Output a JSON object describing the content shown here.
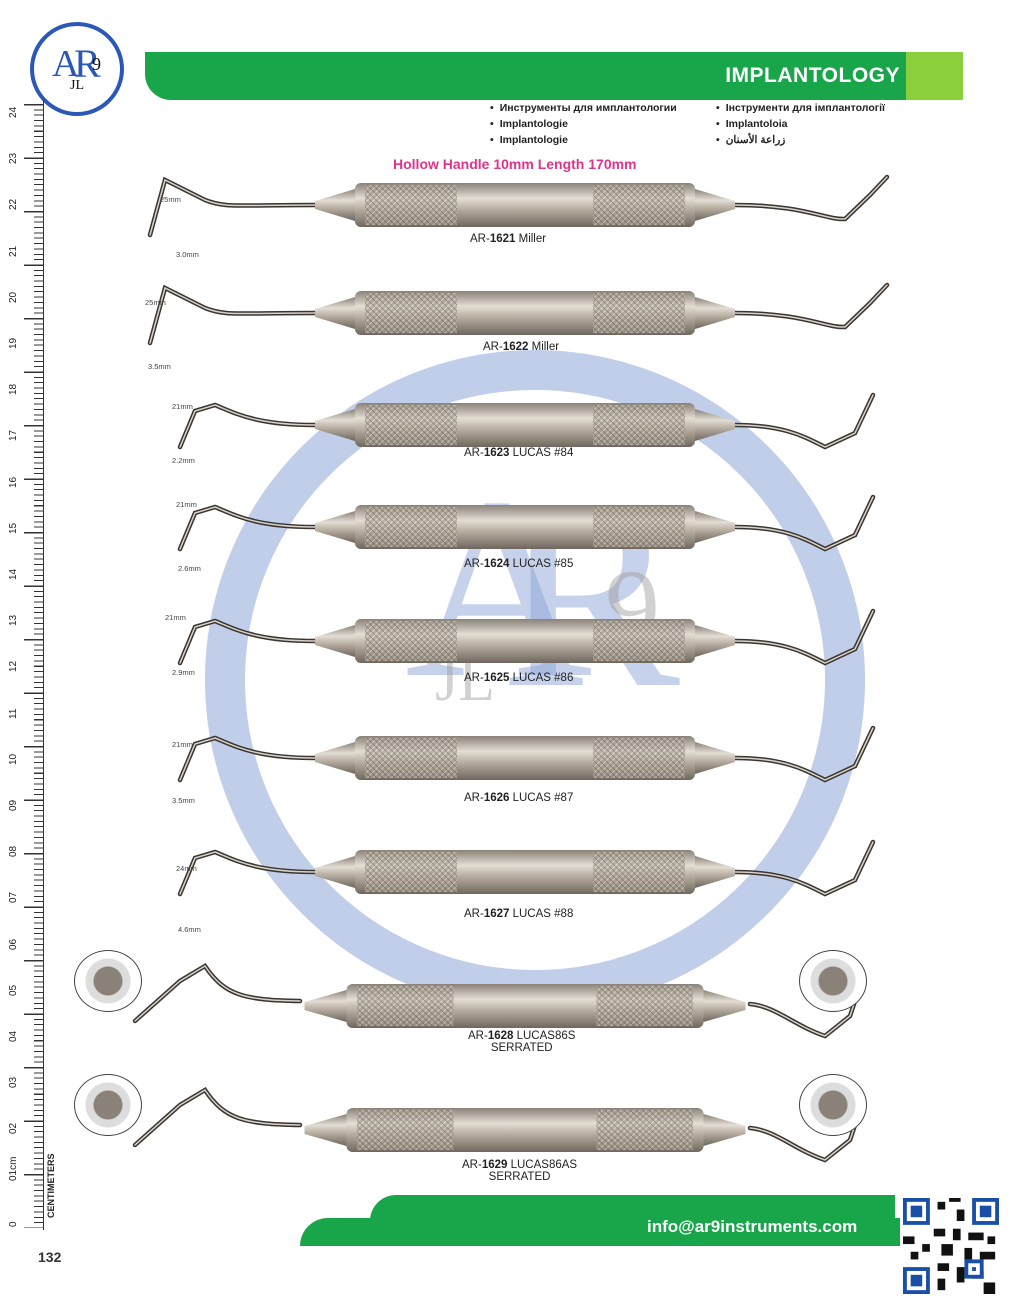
{
  "header": {
    "section_title": "IMPLANTOLOGY",
    "subtitles_left": [
      "Инструменты для имплантологии",
      "Implantologie",
      "Implantologie"
    ],
    "subtitles_right": [
      "Інструменти для імплантології",
      "Implantoloia",
      "زراعة الأسنان"
    ]
  },
  "logo": {
    "a": "A",
    "r": "R",
    "n": "9",
    "jl": "JL"
  },
  "hollow_title": "Hollow Handle 10mm Length 170mm",
  "ruler": {
    "numbers": [
      "24",
      "23",
      "22",
      "21",
      "20",
      "19",
      "18",
      "17",
      "16",
      "15",
      "14",
      "13",
      "12",
      "11",
      "10",
      "09",
      "08",
      "07",
      "06",
      "05",
      "04",
      "03",
      "02",
      "01cm",
      "0"
    ],
    "unit": "CENTIMETERS"
  },
  "instruments": [
    {
      "code_prefix": "AR-",
      "code": "1621",
      "name": "Miller",
      "dim_len": "25mm",
      "dim_tip": "3.0mm"
    },
    {
      "code_prefix": "AR-",
      "code": "1622",
      "name": "Miller",
      "dim_len": "25mm",
      "dim_tip": "3.5mm"
    },
    {
      "code_prefix": "AR-",
      "code": "1623",
      "name": "LUCAS #84",
      "dim_len": "21mm",
      "dim_tip": "2.2mm"
    },
    {
      "code_prefix": "AR-",
      "code": "1624",
      "name": "LUCAS #85",
      "dim_len": "21mm",
      "dim_tip": "2.6mm"
    },
    {
      "code_prefix": "AR-",
      "code": "1625",
      "name": "LUCAS #86",
      "dim_len": "21mm",
      "dim_tip": "2.9mm"
    },
    {
      "code_prefix": "AR-",
      "code": "1626",
      "name": "LUCAS #87",
      "dim_len": "21mm",
      "dim_tip": "3.5mm"
    },
    {
      "code_prefix": "AR-",
      "code": "1627",
      "name": "LUCAS #88",
      "dim_len": "24mm",
      "dim_tip": "4.6mm"
    },
    {
      "code_prefix": "AR-",
      "code": "1628",
      "name": "LUCAS86S",
      "sub": "SERRATED"
    },
    {
      "code_prefix": "AR-",
      "code": "1629",
      "name": "LUCAS86AS",
      "sub": "SERRATED"
    }
  ],
  "footer": {
    "email": "info@ar9instruments.com",
    "page_number": "132"
  },
  "colors": {
    "green": "#19a64a",
    "lime": "#8ccf3c",
    "pink": "#e0338a",
    "blue": "#2b57b8"
  }
}
